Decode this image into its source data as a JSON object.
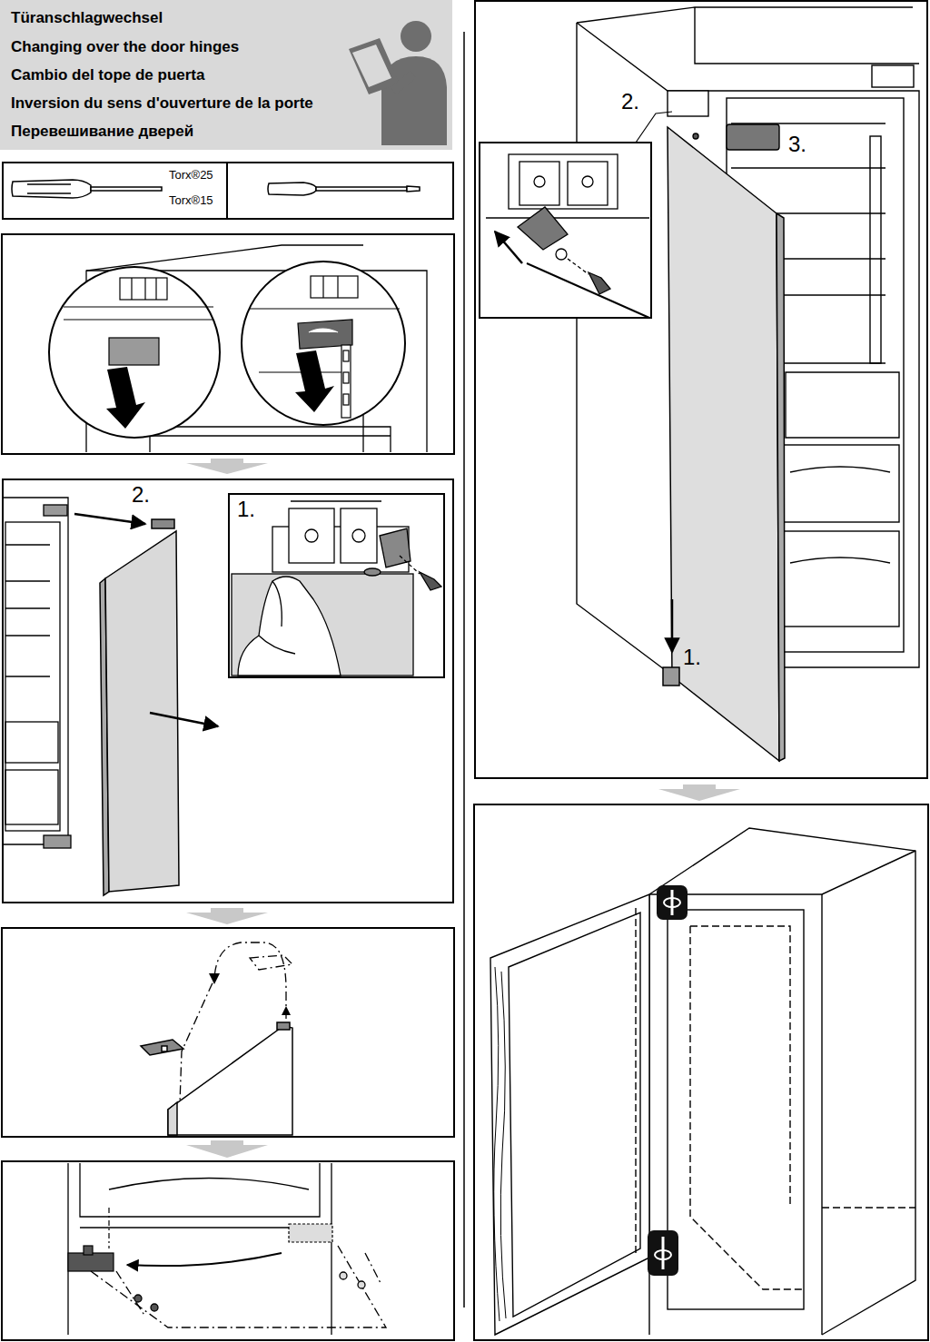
{
  "diagram": {
    "nodes": [
      {
        "text": [
          "Türanschlagwechsel",
          "Changing over the door hinges",
          "Cambio del tope de puerta",
          "Inversion du sens d'ouverture de la porte",
          "Перевешивание дверей"
        ]
      },
      {
        "text": [
          "Torx®25",
          "Torx®15"
        ]
      },
      {
        "text": [
          "2."
        ]
      },
      {
        "text": [
          "1."
        ],
        "in": 2
      },
      {
        "text": [
          "2.",
          "3.",
          "1."
        ]
      }
    ]
  }
}
